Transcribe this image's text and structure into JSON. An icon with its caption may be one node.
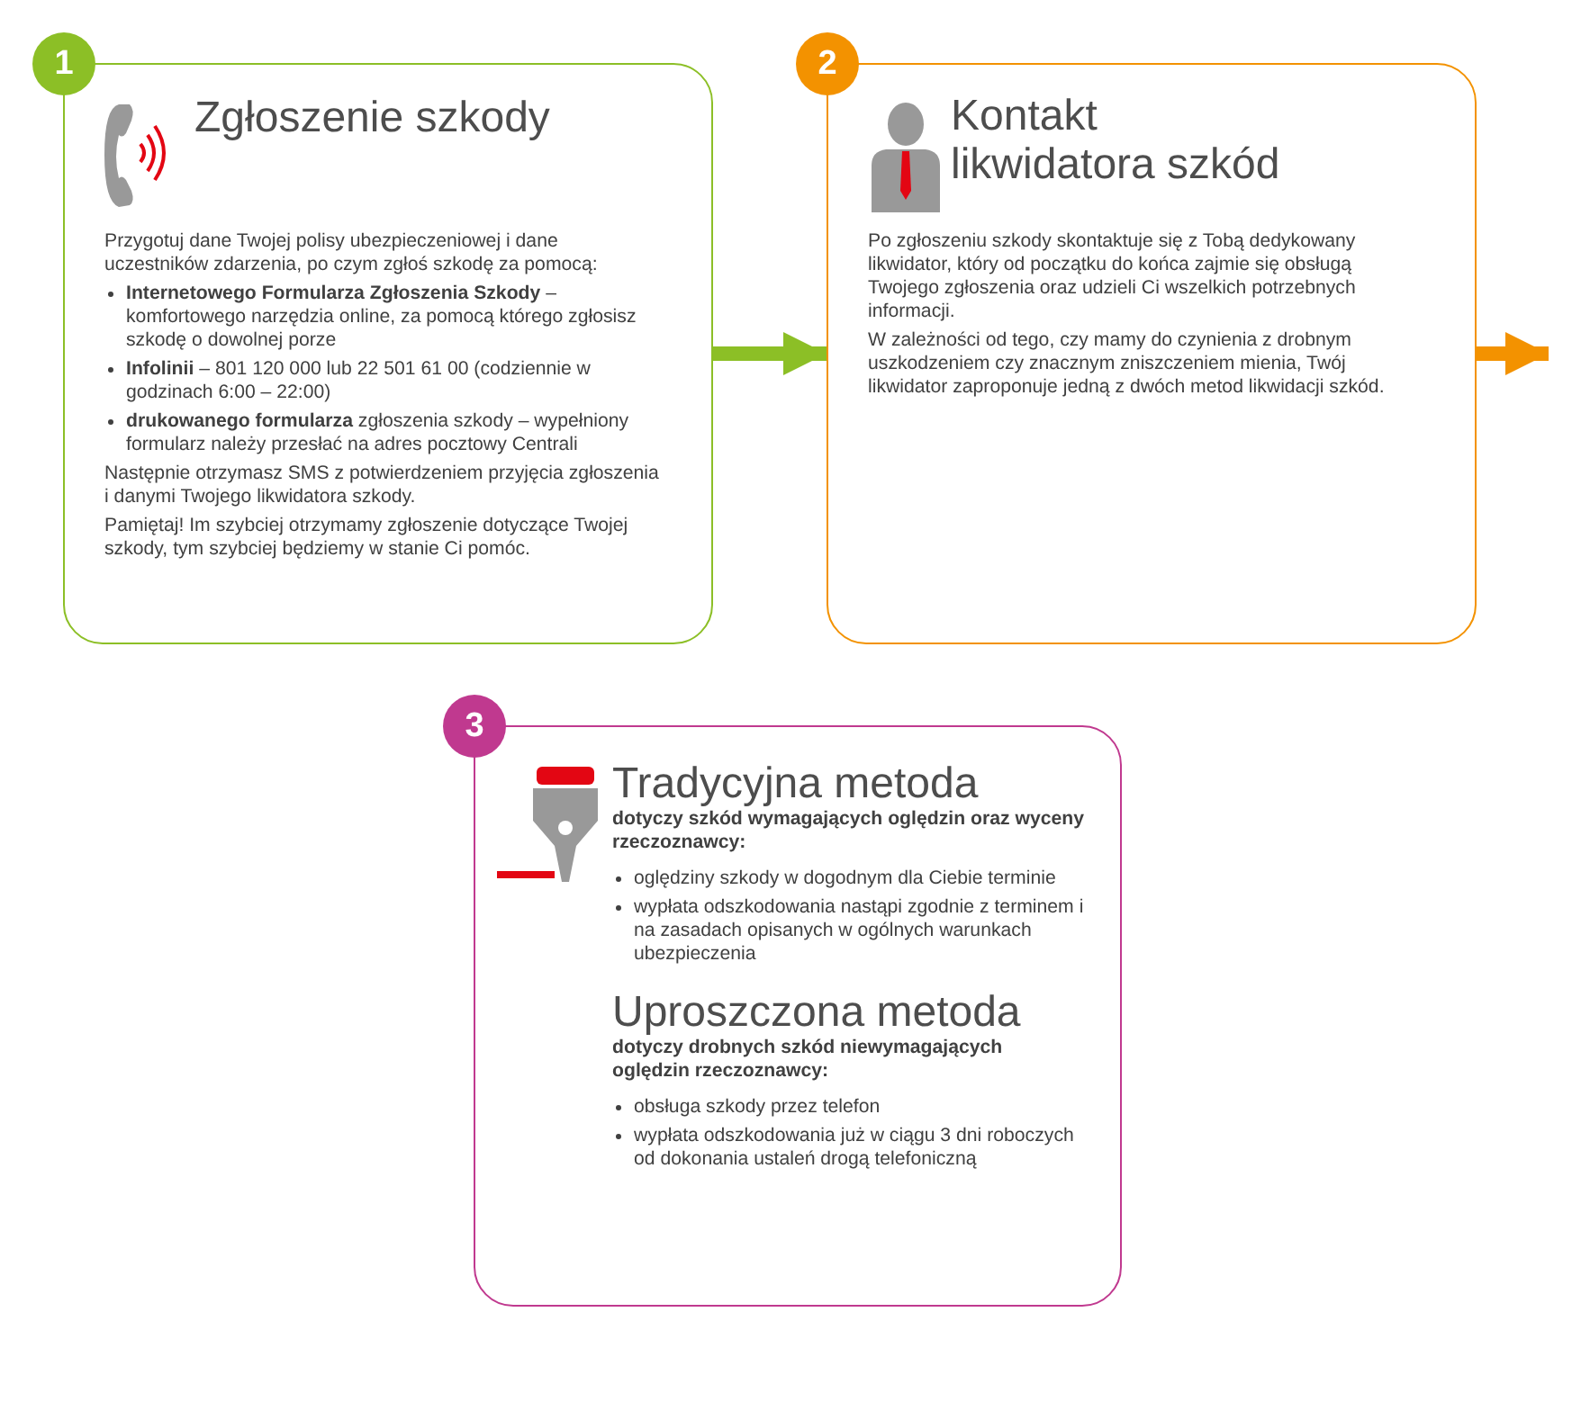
{
  "diagram": {
    "nodes": [
      {
        "text": [
          "1"
        ]
      },
      {
        "text": [
          "Zgłoszenie szkody",
          "Przygotuj dane Twojej polisy ubezpieczeniowej i dane uczestników zdarzenia, po czym zgłoś szkodę za pomocą:",
          "**Internetowego Formularza Zgłoszenia Szkody** – komfortowego narzędzia online, za pomocą którego zgłosisz szkodę o dowolnej porze",
          "**Infolinii** – 801 120 000 lub 22 501 61 00 (codziennie w godzinach 6:00 – 22:00)",
          "**drukowanego formularza** zgłoszenia szkody – wypełniony formularz należy przesłać na adres pocztowy Centrali",
          "Następnie otrzymasz SMS z potwierdzeniem przyjęcia zgłoszenia i danymi Twojego likwidatora szkody.",
          "Pamiętaj! Im szybciej otrzymamy zgłoszenie dotyczące Twojej szkody, tym szybciej będziemy w stanie Ci pomóc."
        ]
      },
      {
        "text": [
          "2"
        ]
      },
      {
        "text": [
          "Kontakt likwidatora szkód",
          "Po zgłoszeniu szkody skontaktuje się z Tobą dedykowany likwidator, który od początku do końca zajmie się obsługą Twojego zgłoszenia oraz udzieli Ci wszelkich potrzebnych informacji.",
          "W zależności od tego, czy mamy do czynienia z drobnym uszkodzeniem czy znacznym zniszczeniem mienia, Twój likwidator zaproponuje jedną z dwóch metod likwidacji szkód."
        ]
      },
      {
        "text": [
          "3"
        ]
      },
      {
        "text": [
          "Tradycyjna metoda",
          "dotyczy szkód wymagających oględzin oraz wyceny rzeczoznawcy:",
          "oględziny szkody w dogodnym dla Ciebie terminie",
          "wypłata odszkodowania nastąpi zgodnie z terminem i na zasadach opisanych w ogólnych warunkach ubezpieczenia",
          "Uproszczona metoda",
          "dotyczy drobnych szkód niewymagających oględzin rzeczoznawcy:",
          "obsługa szkody przez telefon",
          "wypłata odszkodowania już w ciągu 3 dni roboczych od dokonania ustaleń drogą telefoniczną"
        ]
      }
    ],
    "edges": [
      {
        "from": 1,
        "to": 3,
        "arrow": "to",
        "color": "#8cbf26"
      },
      {
        "from": 3,
        "to": null,
        "arrow": "to",
        "color": "#f39200"
      }
    ]
  }
}
